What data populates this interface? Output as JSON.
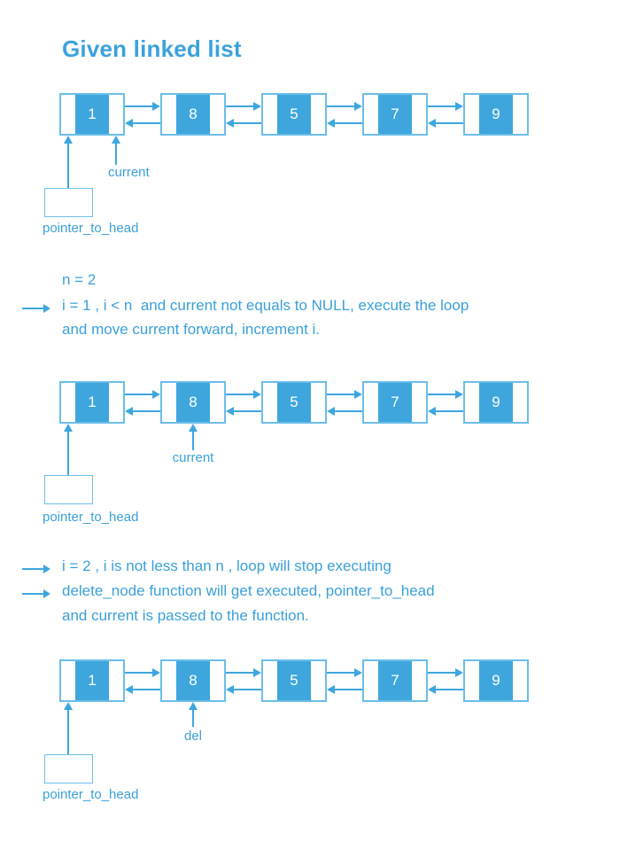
{
  "title": "Given linked list",
  "palette": {
    "node_fill_blue": "#3ea6dd",
    "node_border_blue": "#6cbde9",
    "text_blue": "#3b9fd8",
    "node_value_text": "#ffffff",
    "background": "#ffffff"
  },
  "list_values": [
    "1",
    "8",
    "5",
    "7",
    "9"
  ],
  "diagram1": {
    "cursor_label": "current",
    "cursor_points_to": "node 1 next cell",
    "pointer_label": "pointer_to_head"
  },
  "notes_a": {
    "line1": "n = 2",
    "line2": "i = 1 , i < n  and current not equals to NULL, execute the loop",
    "line3": "and move current forward, increment i."
  },
  "diagram2": {
    "cursor_label": "current",
    "cursor_points_to": "node 8",
    "pointer_label": "pointer_to_head"
  },
  "notes_b": {
    "line1": "i = 2 , i is not less than n , loop will stop executing",
    "line2": "delete_node function will get executed, pointer_to_head",
    "line3": "and current is passed to the function."
  },
  "diagram3": {
    "cursor_label": "del",
    "cursor_points_to": "node 8",
    "pointer_label": "pointer_to_head"
  }
}
